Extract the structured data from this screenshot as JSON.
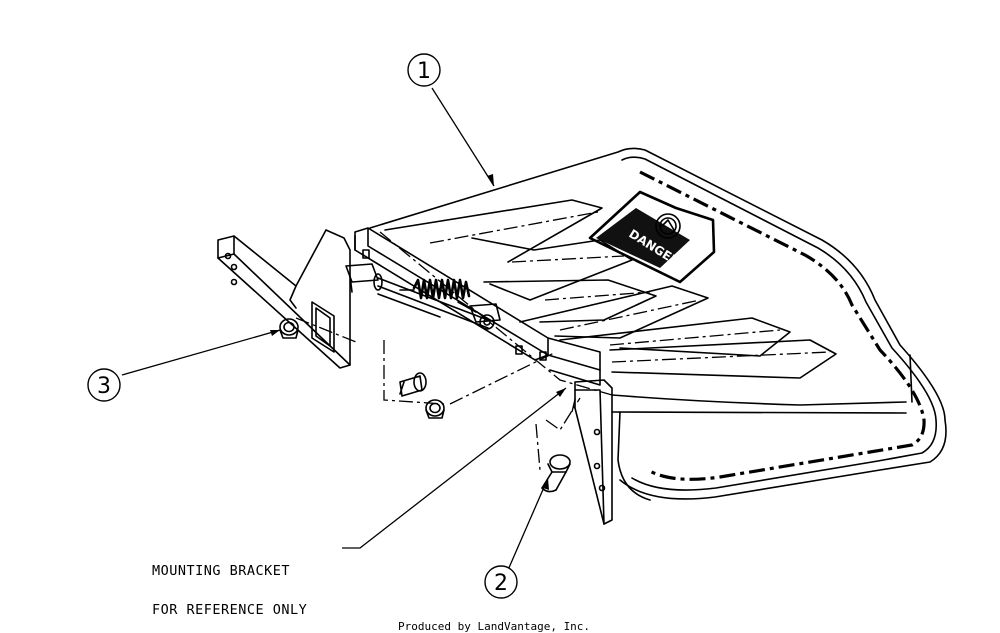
{
  "callouts": [
    {
      "label": "1"
    },
    {
      "label": "2"
    },
    {
      "label": "3"
    }
  ],
  "note": {
    "line1": "MOUNTING BRACKET",
    "line2": "FOR REFERENCE ONLY"
  },
  "decal": {
    "text": "DANGER"
  },
  "footer": {
    "text": "Produced by LandVantage, Inc."
  }
}
